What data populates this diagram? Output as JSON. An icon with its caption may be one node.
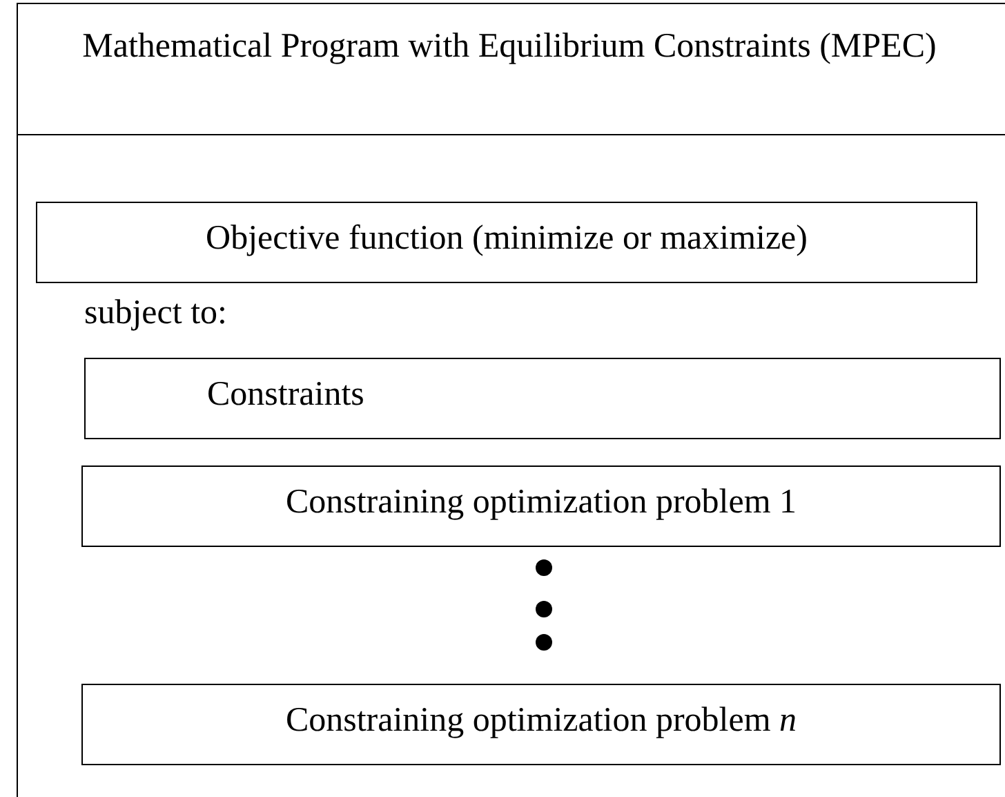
{
  "diagram": {
    "nodes": [
      {
        "text": [
          "Mathematical Program with Equilibrium Constraints (MPEC)"
        ]
      },
      {
        "text": [
          "Objective function (minimize or maximize)"
        ],
        "in": 0
      },
      {
        "text": [
          "Constraints"
        ],
        "in": 0
      },
      {
        "text": [
          "Constraining optimization problem 1"
        ],
        "in": 0
      },
      {
        "text": [
          "Constraining optimization problem *n*"
        ],
        "in": 0
      }
    ],
    "labels": [
      "subject to:"
    ]
  }
}
